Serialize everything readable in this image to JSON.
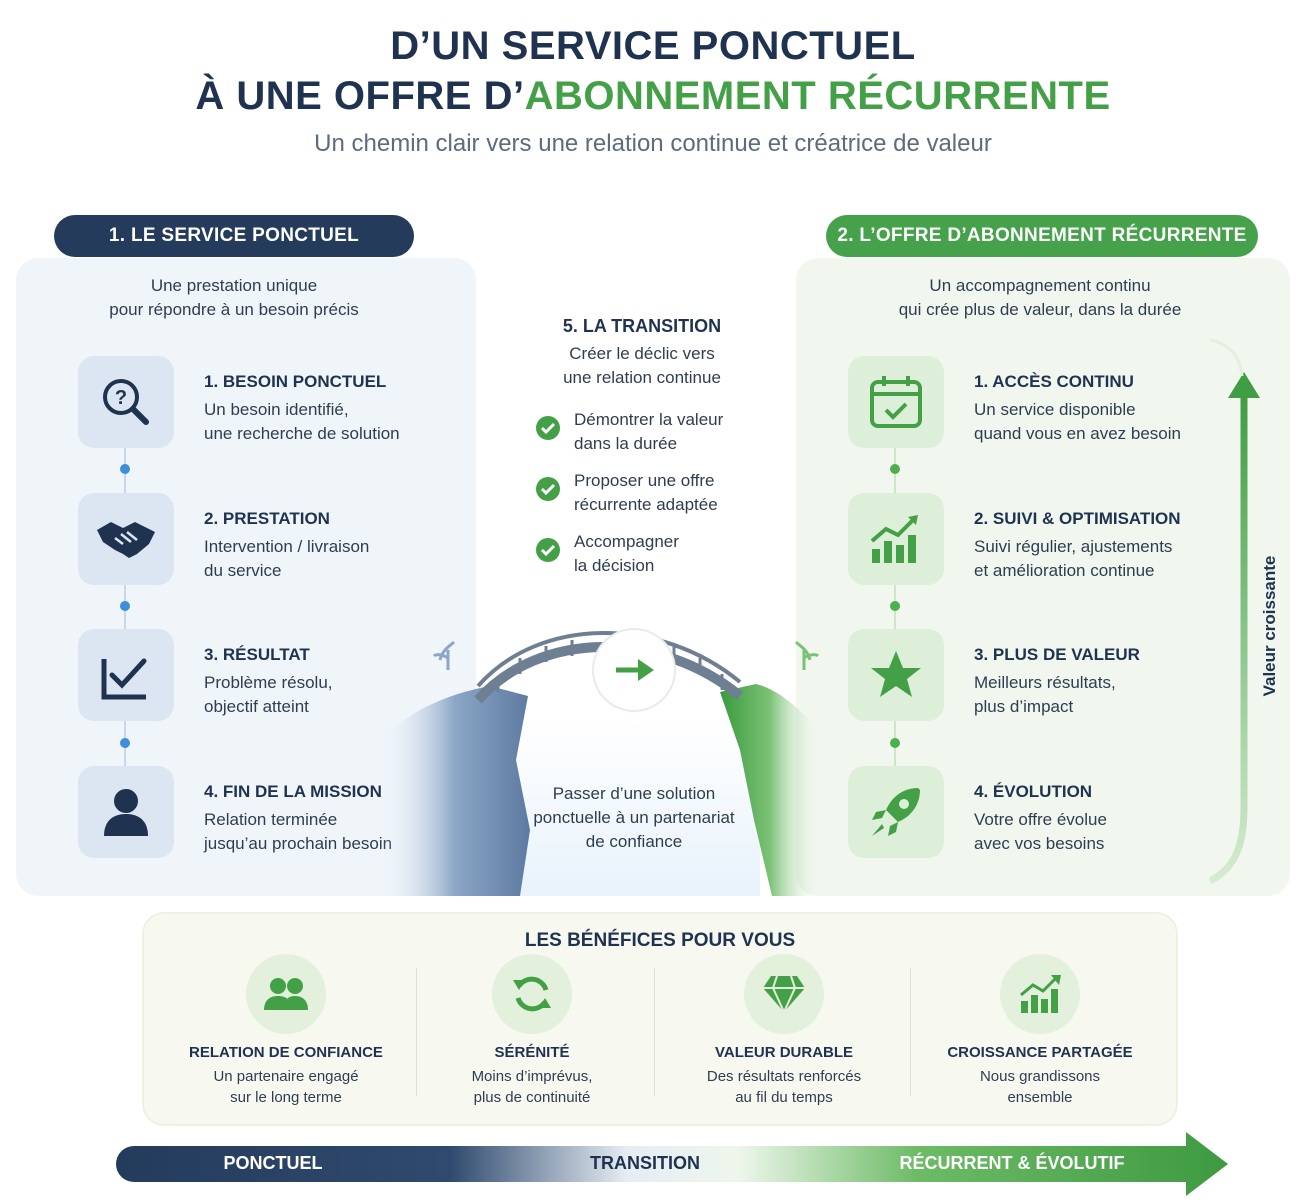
{
  "header": {
    "title_line1": "D’UN SERVICE PONCTUEL",
    "title_line2_prefix": "À UNE OFFRE D’",
    "title_line2_highlight": "ABONNEMENT RÉCURRENTE",
    "subtitle": "Un chemin clair vers une relation continue et créatrice de valeur"
  },
  "left": {
    "pill": "1. LE SERVICE PONCTUEL",
    "intro": "Une prestation unique\npour répondre à un besoin précis",
    "steps": [
      {
        "title": "1. BESOIN PONCTUEL",
        "desc": "Un besoin identifié,\nune recherche de solution",
        "icon": "search-question-icon"
      },
      {
        "title": "2. PRESTATION",
        "desc": "Intervention / livraison\ndu service",
        "icon": "handshake-icon"
      },
      {
        "title": "3. RÉSULTAT",
        "desc": "Problème résolu,\nobjectif atteint",
        "icon": "checkbox-icon"
      },
      {
        "title": "4. FIN DE LA MISSION",
        "desc": "Relation terminée\njusqu’au prochain besoin",
        "icon": "user-icon"
      }
    ]
  },
  "right": {
    "pill": "2. L’OFFRE D’ABONNEMENT RÉCURRENTE",
    "intro": "Un accompagnement continu\nqui crée plus de valeur, dans la durée",
    "steps": [
      {
        "title": "1. ACCÈS CONTINU",
        "desc": "Un service disponible\nquand vous en avez besoin",
        "icon": "calendar-check-icon"
      },
      {
        "title": "2. SUIVI & OPTIMISATION",
        "desc": "Suivi régulier, ajustements\net amélioration continue",
        "icon": "growth-chart-icon"
      },
      {
        "title": "3. PLUS DE VALEUR",
        "desc": "Meilleurs résultats,\nplus d’impact",
        "icon": "star-icon"
      },
      {
        "title": "4. ÉVOLUTION",
        "desc": "Votre offre évolue\navec vos besoins",
        "icon": "rocket-icon"
      }
    ],
    "side_label": "Valeur croissante"
  },
  "transition": {
    "title": "5. LA TRANSITION",
    "subtitle": "Créer le déclic vers\nune relation continue",
    "checks": [
      "Démontrer la valeur\ndans la durée",
      "Proposer une offre\nrécurrente adaptée",
      "Accompagner\nla décision"
    ],
    "bridge_text": "Passer d’une solution\nponctuelle à un partenariat\nde confiance"
  },
  "benefits": {
    "title": "LES BÉNÉFICES POUR VOUS",
    "items": [
      {
        "title": "RELATION DE CONFIANCE",
        "desc": "Un partenaire engagé\nsur le long terme",
        "icon": "people-icon"
      },
      {
        "title": "SÉRÉNITÉ",
        "desc": "Moins d’imprévus,\nplus de continuité",
        "icon": "refresh-icon"
      },
      {
        "title": "VALEUR DURABLE",
        "desc": "Des résultats renforcés\nau fil du temps",
        "icon": "diamond-icon"
      },
      {
        "title": "CROISSANCE PARTAGÉE",
        "desc": "Nous grandissons\nensemble",
        "icon": "growth-chart-icon"
      }
    ]
  },
  "timeline": {
    "start": "PONCTUEL",
    "middle": "TRANSITION",
    "end": "RÉCURRENT & ÉVOLUTIF"
  },
  "colors": {
    "navy": "#1f3250",
    "green": "#43a047",
    "blue_dot": "#3c8fd8"
  }
}
